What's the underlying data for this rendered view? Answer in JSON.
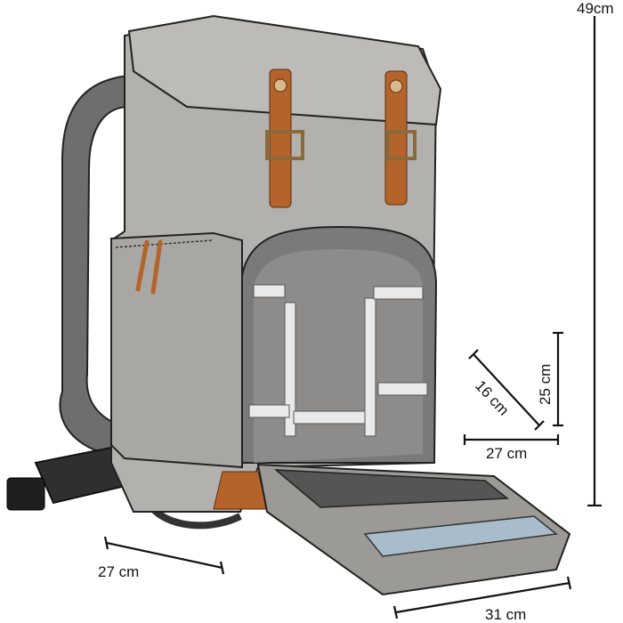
{
  "dimensions": {
    "height_total": "49cm",
    "depth_side": "27 cm",
    "width_bottom": "31 cm",
    "compartment_depth": "16 cm",
    "compartment_height": "25 cm",
    "compartment_width": "27 cm"
  },
  "colors": {
    "canvas": "#b3b1ae",
    "canvas_dark": "#8f8d8a",
    "strap": "#6f6f6f",
    "leather": "#b4642a",
    "interior": "#7b7a78",
    "divider": "#e9e9ea",
    "pocket_blue": "#a9bccb"
  }
}
